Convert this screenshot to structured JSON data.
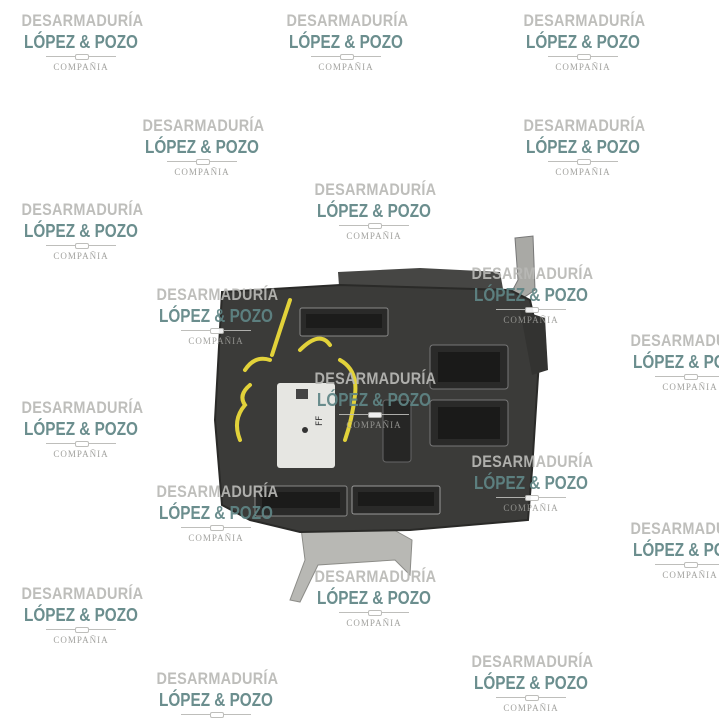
{
  "image": {
    "subject": "body-control-module",
    "colors": {
      "background": "#ffffff",
      "housing": "#3b3b39",
      "label": "#e6e6e2",
      "handwriting": "#e2d23a",
      "bracket": "#b8b8b4"
    }
  },
  "label": {
    "text": "FF"
  },
  "watermark": {
    "line1": "DESARMADURÍA",
    "line2": "LÓPEZ & POZO",
    "line3": "COMPAÑIA",
    "colors": {
      "line1": "#b9b9b6",
      "line2": "#5f8585"
    }
  }
}
